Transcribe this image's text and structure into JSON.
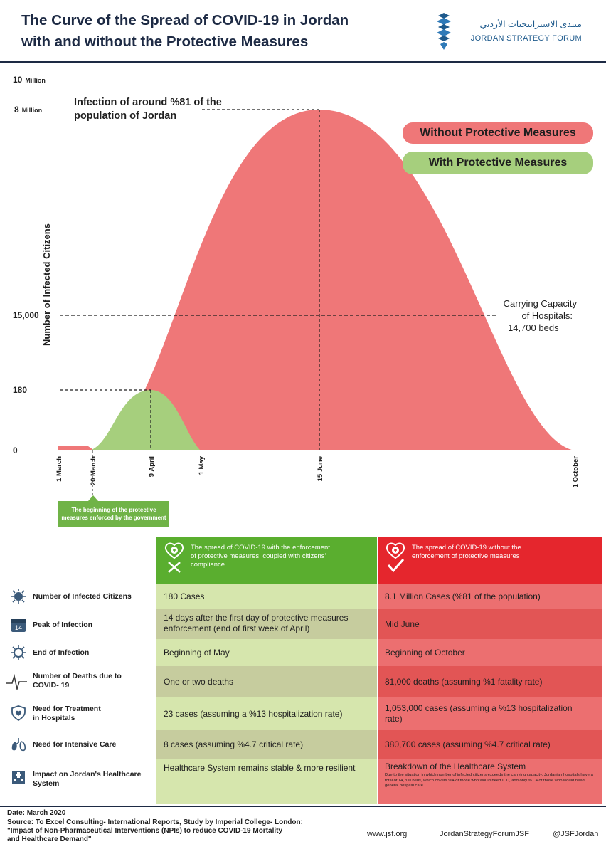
{
  "header": {
    "title_line1": "The Curve of the Spread of COVID-19 in Jordan",
    "title_line2": "with and without the Protective Measures",
    "logo_arabic": "منتدى الاستراتيجيات الأردني",
    "logo_english": "JORDAN STRATEGY FORUM"
  },
  "colors": {
    "without": "#ef7778",
    "with": "#a6cf7d",
    "header_navy": "#1d2a44"
  },
  "chart_data": {
    "type": "area",
    "ylabel": "Number of Infected Citizens",
    "y_ticks": [
      {
        "value": "10",
        "unit": "Million"
      },
      {
        "value": "8",
        "unit": "Million"
      },
      {
        "value": "15,000",
        "unit": ""
      },
      {
        "value": "180",
        "unit": ""
      },
      {
        "value": "0",
        "unit": ""
      }
    ],
    "x_ticks": [
      "1 March",
      "20 March",
      "9 April",
      "1 May",
      "15 June",
      "1 October"
    ],
    "series": [
      {
        "name": "Without Protective Measures",
        "start": "20 March",
        "peak": "15 June",
        "peak_value": 8000000,
        "end": "1 October"
      },
      {
        "name": "With Protective Measures",
        "start": "20 March",
        "peak": "9 April",
        "peak_value": 180,
        "end": "1 May"
      }
    ],
    "reference_lines": [
      {
        "value": 15000,
        "label": "15,000"
      }
    ],
    "legend": {
      "position": "top-right",
      "without_label": "Without Protective Measures",
      "with_label": "With Protective Measures"
    },
    "annotations": {
      "peak_line1": "Infection of around %81 of the",
      "peak_line2": "population of Jordan",
      "capacity_line1": "Carrying Capacity",
      "capacity_line2": "of Hospitals:",
      "capacity_line3": "14,700 beds"
    },
    "callout_line1": "The beginning of the protective",
    "callout_line2": "measures enforced by the government"
  },
  "table": {
    "with_heading_line1": "The spread of COVID-19 with the enforcement",
    "with_heading_line2": "of protective measures, coupled with citizens'",
    "with_heading_line3": "compliance",
    "without_heading_line1": "The spread of COVID-19 without the",
    "without_heading_line2": "enforcement of protective measures",
    "rows": [
      {
        "label": "Number of Infected Citizens",
        "icon": "virus-icon",
        "with": "180 Cases",
        "without": "8.1 Million Cases (%81 of the population)"
      },
      {
        "label": "Peak of Infection",
        "icon": "calendar-icon",
        "calendar_day": "14",
        "with_line1": "14 days after the first day of protective measures",
        "with_line2": "enforcement (end of  first week of April)",
        "without": "Mid June"
      },
      {
        "label": "End of Infection",
        "icon": "virus-icon",
        "with": "Beginning of May",
        "without": "Beginning of October"
      },
      {
        "label_line1": "Number of Deaths due to",
        "label_line2": "COVID- 19",
        "icon": "heartbeat-icon",
        "with": "One or two deaths",
        "without": "81,000 deaths (assuming %1 fatality rate)"
      },
      {
        "label_line1": "Need for Treatment",
        "label_line2": "in Hospitals",
        "icon": "shield-heart-icon",
        "with": "23 cases (assuming a %13 hospitalization rate)",
        "without_line1": "1,053,000 cases (assuming a %13 hospitalization",
        "without_line2": "rate)"
      },
      {
        "label": "Need for Intensive Care",
        "icon": "lungs-icon",
        "with": "8 cases (assuming %4.7 critical rate)",
        "without": "380,700 cases (assuming %4.7 critical rate)"
      },
      {
        "label_line1": "Impact on Jordan's Healthcare",
        "label_line2": "System",
        "icon": "hospital-icon",
        "with": "Healthcare System remains stable & more resilient",
        "without": "Breakdown of the Healthcare System",
        "without_note": "Due to the situation in which number of infected citizens exceeds the carrying capacity. Jordanian hospitals have a total of 14,700 beds, which covers %4 of those who would need ICU, and only %1.4 of those who would need general hospital care."
      }
    ]
  },
  "footer": {
    "date": "Date: March 2020",
    "source_line1": "Source: To Excel Consulting- International Reports, Study by Imperial College- London:",
    "source_line2": "\"Impact of Non-Pharmaceutical Interventions (NPIs) to reduce COVID-19 Mortality",
    "source_line3": "and Healthcare Demand\"",
    "website": "www.jsf.org",
    "facebook": "JordanStrategyForumJSF",
    "twitter": "@JSFJordan"
  }
}
